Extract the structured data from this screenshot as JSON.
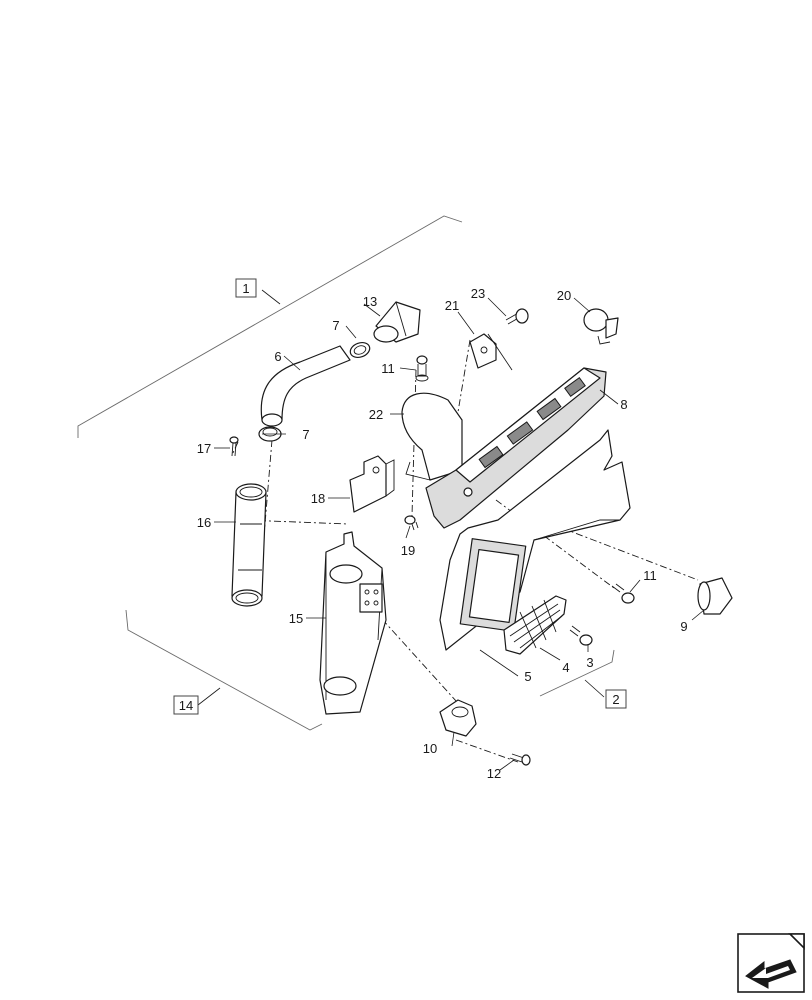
{
  "callouts": {
    "c1": "1",
    "c2": "2",
    "c3": "3",
    "c4": "4",
    "c5": "5",
    "c6": "6",
    "c7a": "7",
    "c7b": "7",
    "c8": "8",
    "c9": "9",
    "c10": "10",
    "c11a": "11",
    "c11b": "11",
    "c12": "12",
    "c13": "13",
    "c14": "14",
    "c15": "15",
    "c16": "16",
    "c17": "17",
    "c18": "18",
    "c19": "19",
    "c20": "20",
    "c21": "21",
    "c22": "22",
    "c23": "23"
  },
  "nav": {
    "icon": "arrow-left-icon"
  }
}
